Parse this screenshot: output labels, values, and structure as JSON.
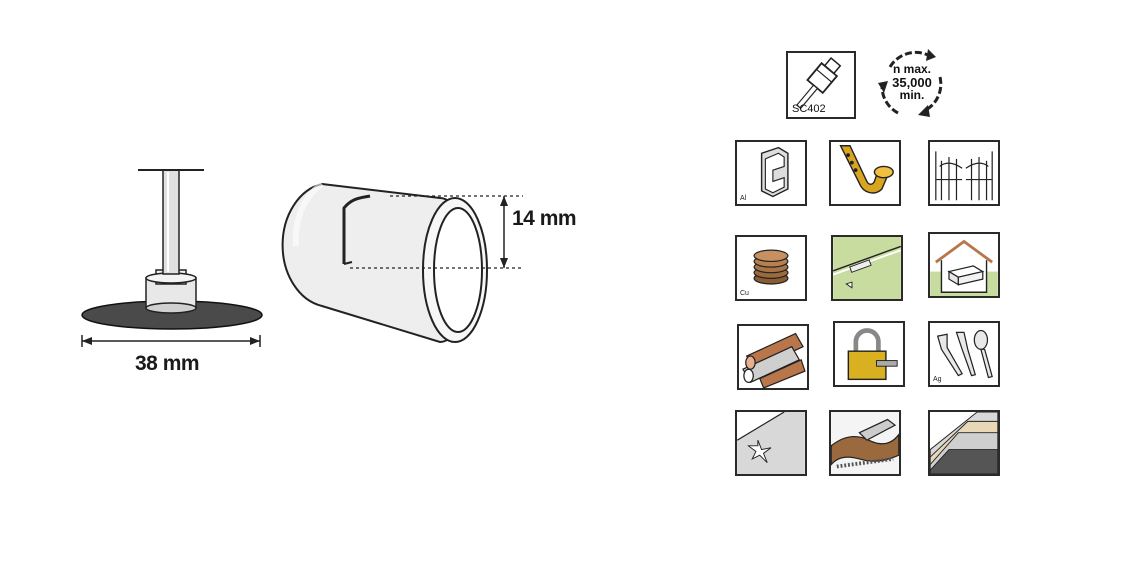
{
  "product": {
    "mandrel_diameter": "38 mm",
    "band_height": "14 mm"
  },
  "badges": {
    "tool_code": "SC402",
    "speed_line1": "n max.",
    "speed_line2": "35,000",
    "speed_line3": "min."
  },
  "materials": {
    "aluminium_code": "Al",
    "copper_code": "Cu",
    "silver_code": "Ag"
  },
  "colors": {
    "outline": "#2a2a2a",
    "brass": "#d9a520",
    "copper": "#b8764a",
    "wood": "#9a6a3e",
    "green": "#c8dca0"
  }
}
